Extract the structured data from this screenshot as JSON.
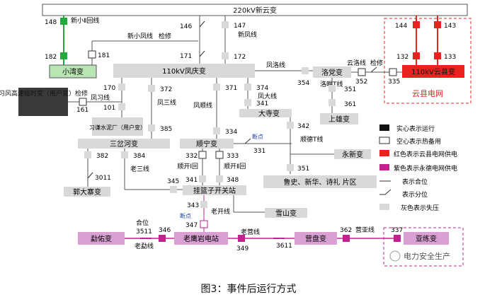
{
  "figure": {
    "caption": "图3：事件后运行方式",
    "watermark": "电力安全生产"
  },
  "colors": {
    "line": "#555555",
    "dead": "#c8c8c8",
    "dead_fill": "#d9d9d9",
    "running": "#111111",
    "yunxian": "#e8221f",
    "yongde": "#c0238f",
    "green": "#22aa3c",
    "pink_fill": "#d9a0d2",
    "green_fill": "#b9e4b3",
    "grey_box": "#d9d9d9",
    "dark_box": "#3a3a3a",
    "blue_text": "#1a3fa8"
  },
  "buses": {
    "top": "220kV新云变",
    "fengqing": "110kV凤庆变",
    "yunxian": "110kV云县变",
    "shunning": "顺宁变",
    "guazhuzi": "挂篮子开关站",
    "laoyingyan": "老鹰岩电站"
  },
  "stations": {
    "xiaowan": "小湾变",
    "xifeng": "习风高速临时变（用户变）检修",
    "xiqian": "习谦水泥厂（用户变）",
    "sanchahe": "三岔河变",
    "guodazhai": "郭大寨变",
    "luodang": "洛党变",
    "shangxiong": "上雄变",
    "dasi": "大寺变",
    "yongxin": "永新变",
    "lushi": "鲁史、新华、诗礼 片区",
    "xueshan": "雪山变",
    "xunyou": "勐佑变",
    "yingpan": "营盘变",
    "yalian": "亚练变",
    "yunxian_grid": "云县电网"
  },
  "lines": {
    "xinxiao2": "新小Ⅱ回线",
    "xinxiao_feng": "新小凤线",
    "jianxiu1": "检修",
    "xinfeng": "新凤线",
    "fengluo": "凤洛线",
    "yunluo": "云洛线",
    "jianxiu2": "检修",
    "fengxi": "凤习线",
    "fengsan": "凤三线",
    "fengshun": "凤顺线",
    "fengda": "凤大线",
    "luopan_t": "洛畔T线",
    "shunde_t": "顺德T线",
    "laosan": "老三线",
    "shunkai1": "顺开Ⅰ回",
    "shunkai2": "顺开Ⅱ回",
    "laokai": "老开线",
    "laoying": "老营线",
    "yingya": "营亚线",
    "laoxun": "老勐线",
    "duandian1": "断点",
    "duandian2": "断点",
    "hewei": "合位"
  },
  "switches": {
    "s148": "148",
    "s182": "182",
    "s181": "181",
    "s146": "146",
    "s171": "171",
    "s147": "147",
    "s172": "172",
    "s144": "144",
    "s143": "143",
    "s132": "132",
    "s133": "133",
    "s354": "354",
    "s352": "352",
    "s335": "335",
    "s351a": "351",
    "s361": "361",
    "s170": "170",
    "s161": "161",
    "s101": "101",
    "s372": "372",
    "s385": "385",
    "s371": "371",
    "s334": "334",
    "s374": "374",
    "s341a": "341",
    "s342": "342",
    "s331": "331",
    "s351b": "351",
    "s382": "382",
    "s3011": "3011",
    "s384": "384",
    "s345": "345",
    "s332": "332",
    "s333": "333",
    "s341b": "341",
    "s348": "348",
    "s343": "343",
    "s347": "347",
    "s3511": "3511",
    "s346": "346",
    "s349": "349",
    "s3611": "3611",
    "s362": "362",
    "s337": "337"
  },
  "legend": {
    "running": "实心表示运行",
    "standby": "空心表示热备用",
    "yunxian": "红色表示云县电网供电",
    "yongde": "紫色表示永德电网供电",
    "closed": "表示合位",
    "open": "表示分位",
    "dead": "灰色表示失压"
  }
}
